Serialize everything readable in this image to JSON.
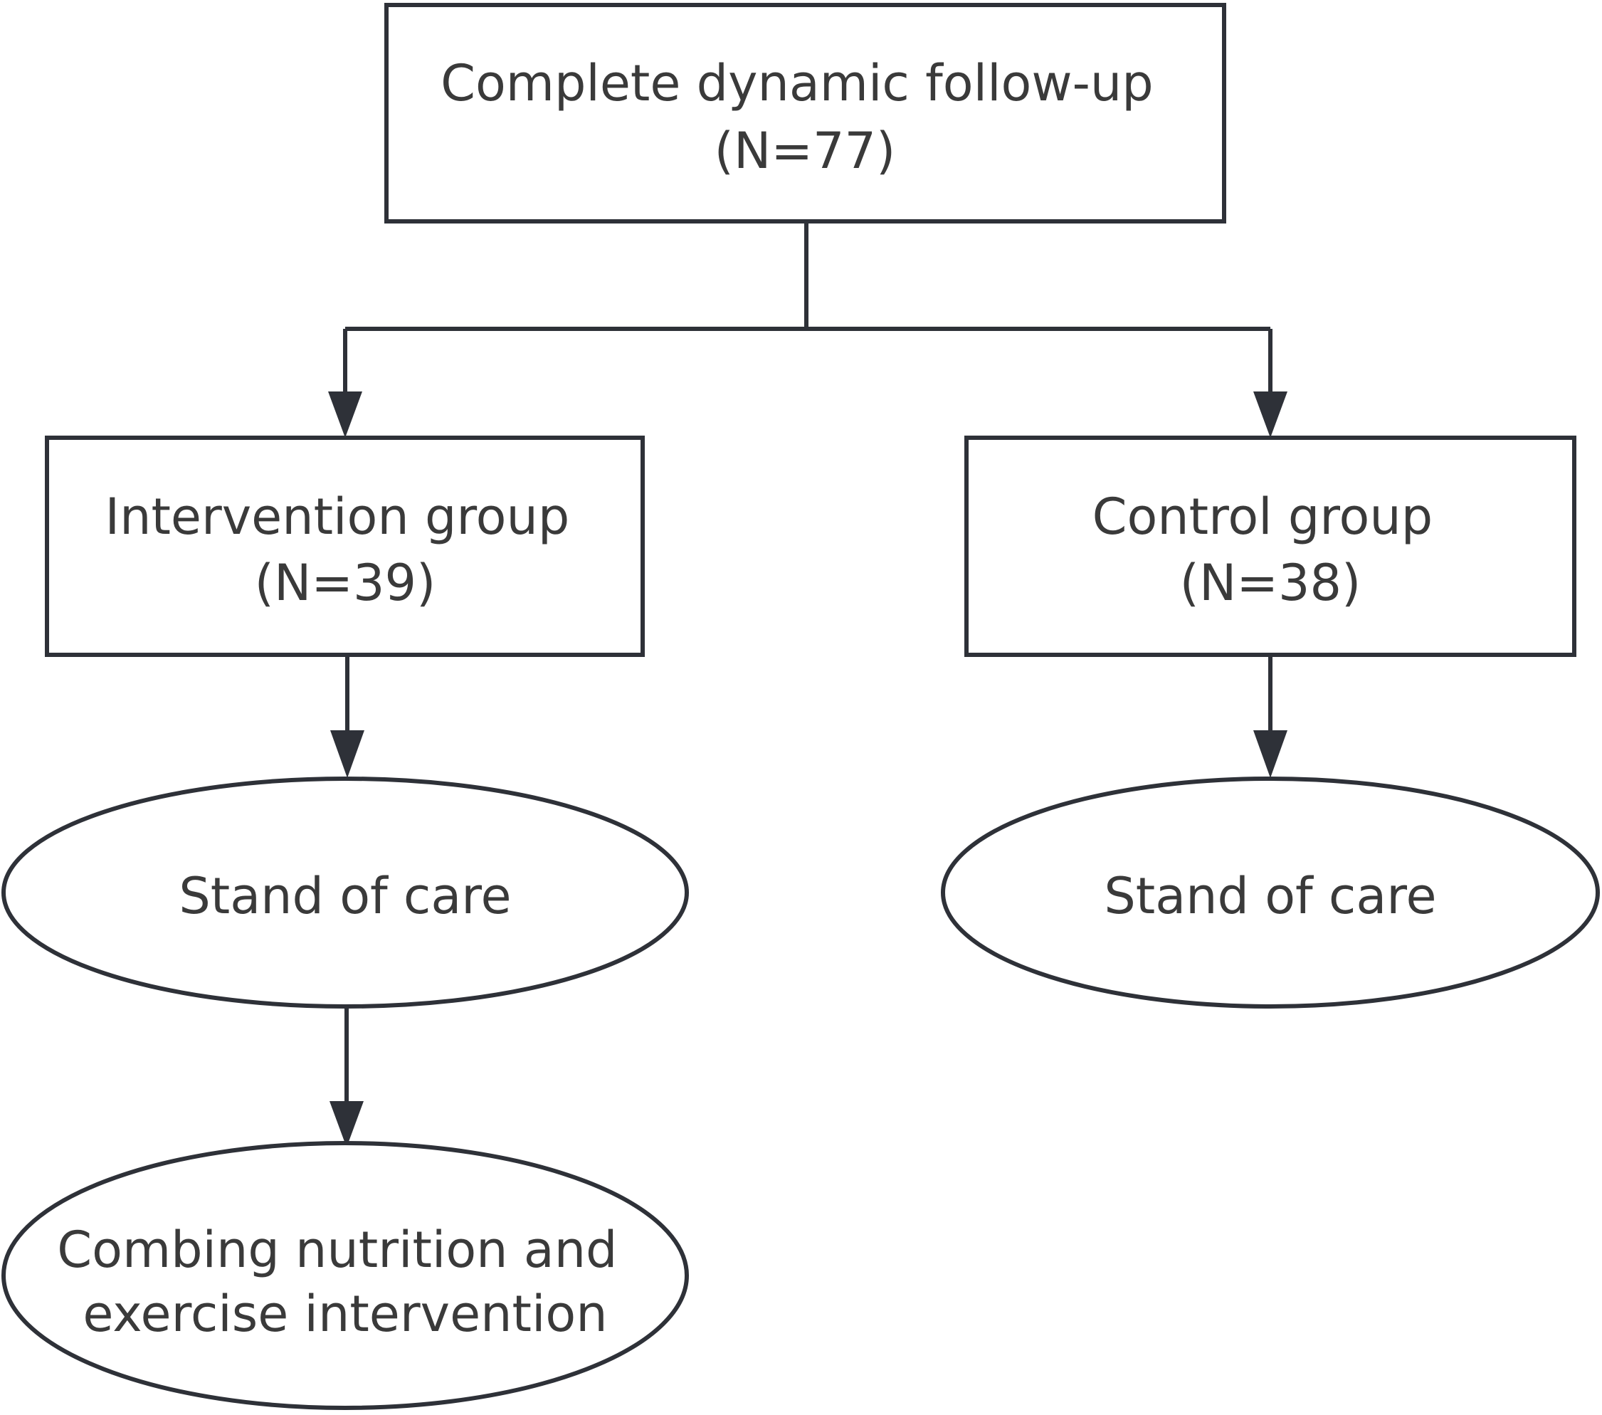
{
  "diagram": {
    "nodes": {
      "followup": {
        "shape": "rectangle",
        "lines": [
          "Complete dynamic follow-up",
          "(N=77)"
        ]
      },
      "intervention": {
        "shape": "rectangle",
        "lines": [
          "Intervention group",
          "(N=39)"
        ]
      },
      "control": {
        "shape": "rectangle",
        "lines": [
          "Control group",
          "(N=38)"
        ]
      },
      "intervention_care": {
        "shape": "ellipse",
        "lines": [
          "Stand of care"
        ]
      },
      "control_care": {
        "shape": "ellipse",
        "lines": [
          "Stand of care"
        ]
      },
      "combined": {
        "shape": "ellipse",
        "lines": [
          "Combing nutrition and",
          "exercise intervention"
        ]
      }
    },
    "edges": [
      {
        "from": "followup",
        "to": "intervention"
      },
      {
        "from": "followup",
        "to": "control"
      },
      {
        "from": "intervention",
        "to": "intervention_care"
      },
      {
        "from": "control",
        "to": "control_care"
      },
      {
        "from": "intervention_care",
        "to": "combined"
      }
    ],
    "colors": {
      "stroke": "#2e3138",
      "text": "#3a3a3a",
      "background": "#ffffff"
    }
  }
}
